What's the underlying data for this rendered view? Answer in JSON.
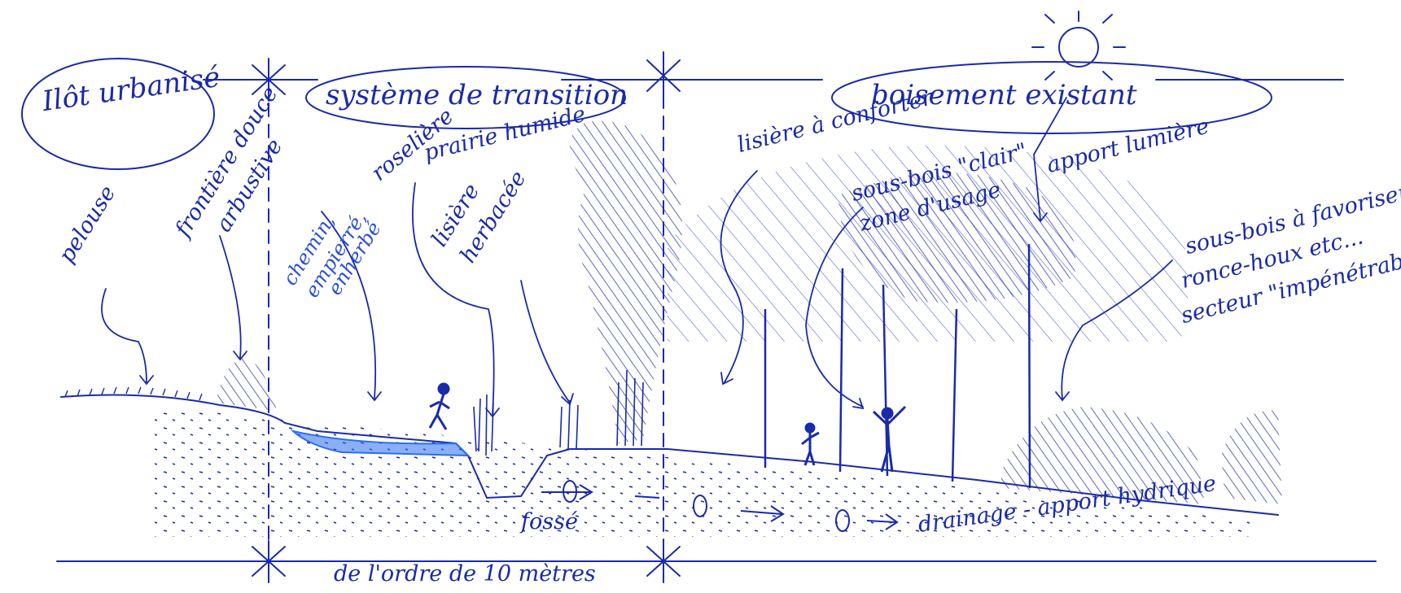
{
  "zones": {
    "urban": "Ilôt urbanisé",
    "transition": "système de transition",
    "woodland": "boisement existant"
  },
  "labels": {
    "pelouse": "pelouse",
    "frontiere_1": "frontière douce",
    "frontiere_2": "arbustive",
    "chemin_1": "chemin,",
    "chemin_2": "empierré,",
    "chemin_3": "enherbé",
    "roseliere_1": "roselière",
    "roseliere_2": "prairie humide",
    "lisiere_herb_1": "lisière",
    "lisiere_herb_2": "herbacée",
    "lisiere_conforter": "lisière à conforter",
    "sousbois_clair_1": "sous-bois \"clair\"",
    "sousbois_clair_2": "zone d'usage",
    "apport_lumiere": "apport lumière",
    "favoriser_1": "sous-bois à favoriser",
    "favoriser_2": "ronce-houx etc...",
    "favoriser_3": "secteur \"impénétrable\"",
    "fosse": "fossé",
    "drainage": "drainage - apport hydrique",
    "dimension": "de l'ordre de 10 mètres"
  },
  "colors": {
    "ink": "#1a2aa8",
    "water": "#2a6ef0",
    "paper": "#ffffff"
  }
}
